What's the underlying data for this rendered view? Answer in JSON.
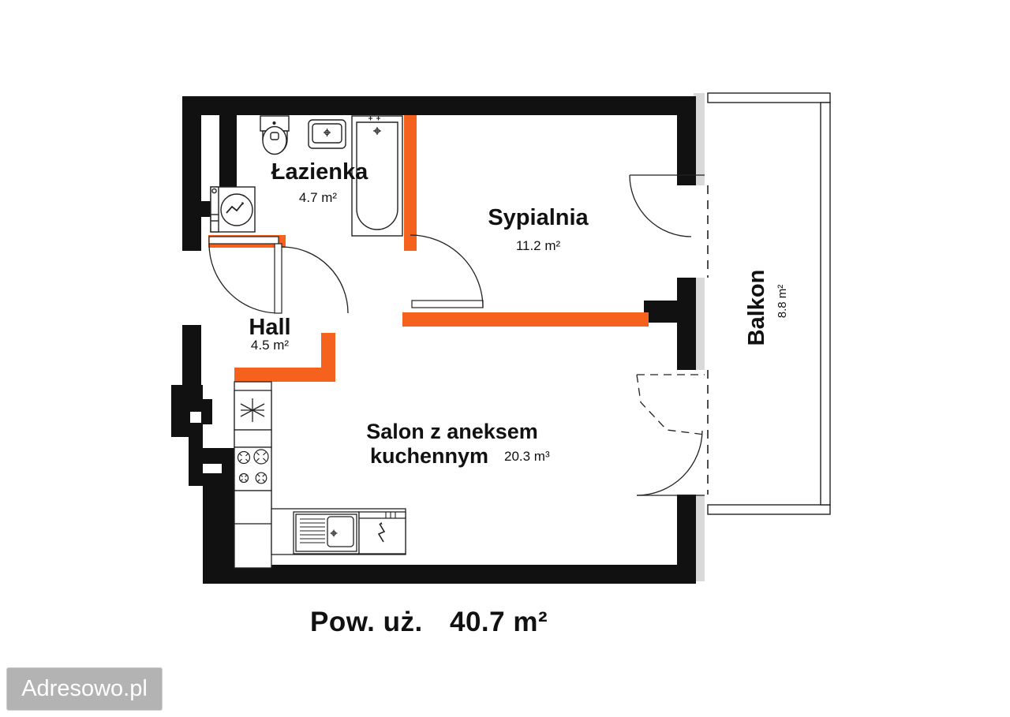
{
  "plan": {
    "title_prefix": "Pow. uż.",
    "total_area": "40.7 m²",
    "colors": {
      "wall": "#111111",
      "accent_orange": "#F4621E",
      "insulation_grey": "#D9D9D9",
      "fixture_line": "#222222",
      "background": "#FFFFFF",
      "watermark_bg": "#B3B3B3",
      "watermark_text": "#FFFFFF"
    },
    "rooms": [
      {
        "id": "lazienka",
        "name": "Łazienka",
        "area": "4.7 m²"
      },
      {
        "id": "sypialnia",
        "name": "Sypialnia",
        "area": "11.2 m²"
      },
      {
        "id": "hall",
        "name": "Hall",
        "area": "4.5 m²"
      },
      {
        "id": "salon",
        "name": "Salon z aneksem",
        "name_line2": "kuchennym",
        "area": "20.3 m³"
      },
      {
        "id": "balkon",
        "name": "Balkon",
        "area": "8.8 m²"
      }
    ],
    "fixtures": [
      {
        "name": "toilet",
        "room": "lazienka"
      },
      {
        "name": "washbasin",
        "room": "lazienka"
      },
      {
        "name": "bathtub",
        "room": "lazienka"
      },
      {
        "name": "washing-machine",
        "room": "lazienka"
      },
      {
        "name": "extractor-hood",
        "room": "salon"
      },
      {
        "name": "cooktop",
        "room": "salon"
      },
      {
        "name": "kitchen-sink",
        "room": "salon"
      },
      {
        "name": "dishwasher",
        "room": "salon"
      }
    ],
    "doors": [
      {
        "name": "entrance-door",
        "room": "hall"
      },
      {
        "name": "bathroom-door",
        "room": "lazienka"
      },
      {
        "name": "bedroom-door",
        "room": "sypialnia"
      },
      {
        "name": "balcony-door-bedroom",
        "room": "sypialnia"
      },
      {
        "name": "balcony-door-living-upper",
        "room": "salon"
      },
      {
        "name": "balcony-door-living-lower",
        "room": "salon"
      }
    ]
  },
  "watermark": {
    "label": "Adresowo.pl"
  }
}
